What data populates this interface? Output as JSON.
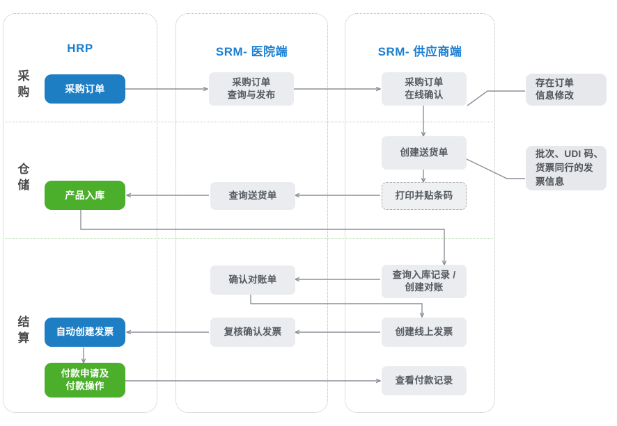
{
  "lanes": [
    {
      "title": "HRP"
    },
    {
      "title": "SRM- 医院端"
    },
    {
      "title": "SRM- 供应商端"
    }
  ],
  "rows": [
    {
      "label_chars": [
        "采",
        "购"
      ]
    },
    {
      "label_chars": [
        "仓",
        "储"
      ]
    },
    {
      "label_chars": [
        "结",
        "算"
      ]
    }
  ],
  "nodes": {
    "purchase_order_hrp": "采购订单",
    "po_query_publish": "采购订单\n查询与发布",
    "po_online_confirm": "采购订单\n在线确认",
    "callout_order_change": "存在订单\n信息修改",
    "create_delivery_note": "创建送货单",
    "query_delivery_note": "查询送货单",
    "print_barcode": "打印并贴条码",
    "product_inbound": "产品入库",
    "callout_batch_udi": "批次、UDI 码、\n货票同行的发\n票信息",
    "confirm_statement": "确认对账单",
    "query_inbound_record": "查询入库记录 /\n创建对账",
    "auto_create_invoice": "自动创建发票",
    "review_confirm_invoice": "复核确认发票",
    "create_online_invoice": "创建线上发票",
    "payment_request": "付款申请及\n付款操作",
    "view_payment_record": "查看付款记录"
  },
  "colors": {
    "lane_title": "#1b7fd1",
    "node_blue": "#1e7ec4",
    "node_green": "#4caf2b",
    "node_grey_bg": "#eaecef",
    "callout_bg": "#e6e8eb",
    "divider_green": "#a8d8a0",
    "lane_border": "#b9b9bd",
    "connector": "#8b9096"
  }
}
